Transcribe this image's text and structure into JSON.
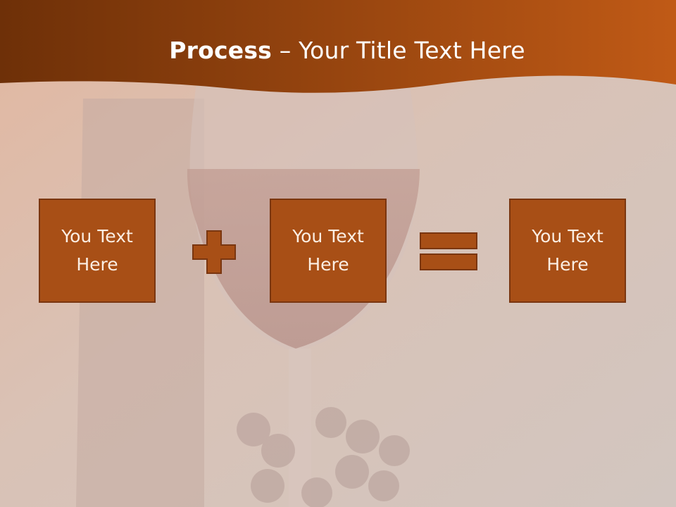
{
  "slide": {
    "title_bold": "Process",
    "title_rest": " – Your Title Text Here",
    "boxes": [
      {
        "text": "You Text Here"
      },
      {
        "text": "You Text Here"
      },
      {
        "text": "You Text Here"
      }
    ]
  },
  "icons": [
    "plus-icon",
    "equals-icon"
  ],
  "colors": {
    "header_dark": "#6e3008",
    "header_light": "#c05a16",
    "box_fill": "#a84f16",
    "box_border": "#7a3610",
    "operator_fill": "#a84f16",
    "background": "#d4c4bc"
  }
}
